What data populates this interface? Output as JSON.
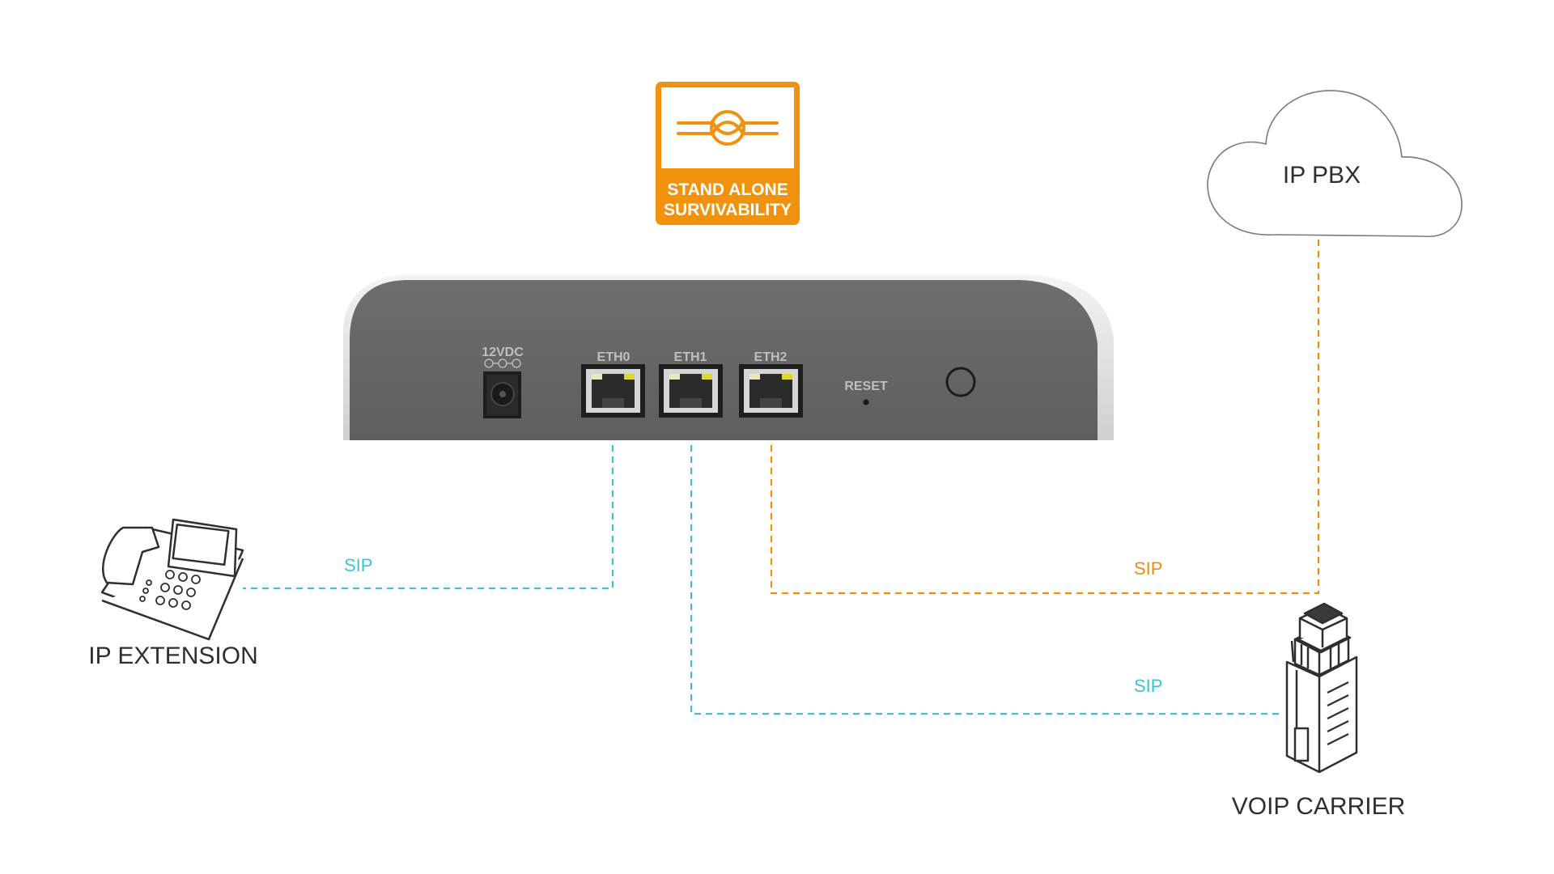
{
  "badge": {
    "line1": "STAND ALONE",
    "line2": "SURVIVABILITY",
    "color": "#f0920d"
  },
  "device": {
    "power_label": "12VDC",
    "ports": [
      "ETH0",
      "ETH1",
      "ETH2"
    ],
    "reset_label": "RESET"
  },
  "nodes": {
    "cloud_label": "IP PBX",
    "phone_label": "IP EXTENSION",
    "carrier_label": "VOIP CARRIER"
  },
  "links": [
    {
      "from": "ETH0",
      "to": "IP EXTENSION",
      "label": "SIP",
      "color": "#3cc3d6"
    },
    {
      "from": "ETH2",
      "to": "IP PBX",
      "label": "SIP",
      "color": "#f08c14"
    },
    {
      "from": "ETH1",
      "to": "VOIP CARRIER",
      "label": "SIP",
      "color": "#3cc3d6"
    }
  ]
}
